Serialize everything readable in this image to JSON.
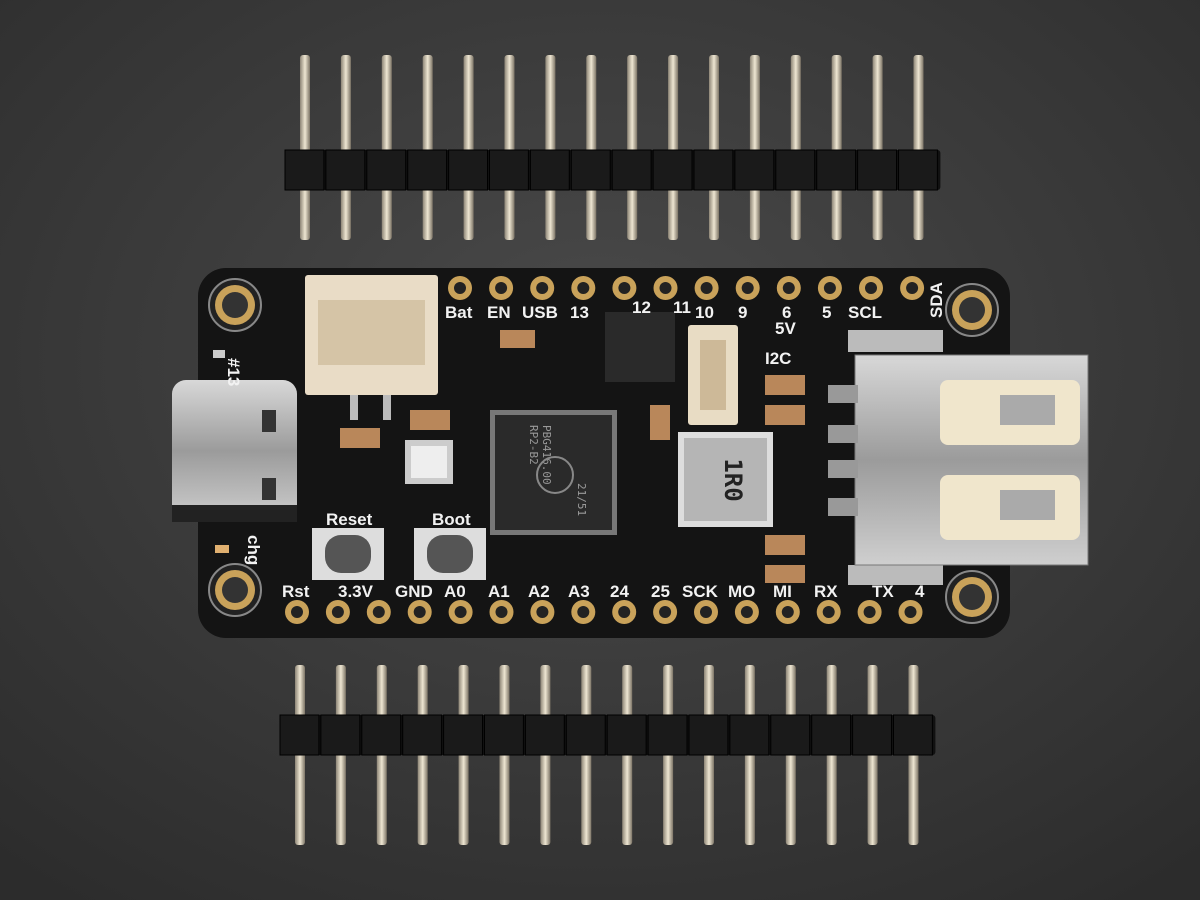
{
  "header_pin_count": 16,
  "board": {
    "top_labels": [
      "Bat",
      "EN",
      "USB",
      "13",
      "12",
      "11",
      "10",
      "9",
      "6",
      "5",
      "SCL",
      "SDA"
    ],
    "bottom_labels": [
      "Rst",
      "3.3V",
      "GND",
      "A0",
      "A1",
      "A2",
      "A3",
      "24",
      "25",
      "SCK",
      "MO",
      "MI",
      "RX",
      "TX",
      "4"
    ],
    "extra_labels": {
      "v5": "5V",
      "i2c": "I2C",
      "led13": "#13",
      "chg": "chg",
      "reset": "Reset",
      "boot": "Boot"
    },
    "chip": {
      "line1": "RP2-B2",
      "line2": "PBG416.00",
      "line3": "21/51"
    },
    "inductor": "1R0"
  },
  "colors": {
    "background": "#3a3a3a",
    "pcb": "#141414",
    "gold": "#c9a25a",
    "pin": "#cfc6b2",
    "header": "#111111"
  }
}
